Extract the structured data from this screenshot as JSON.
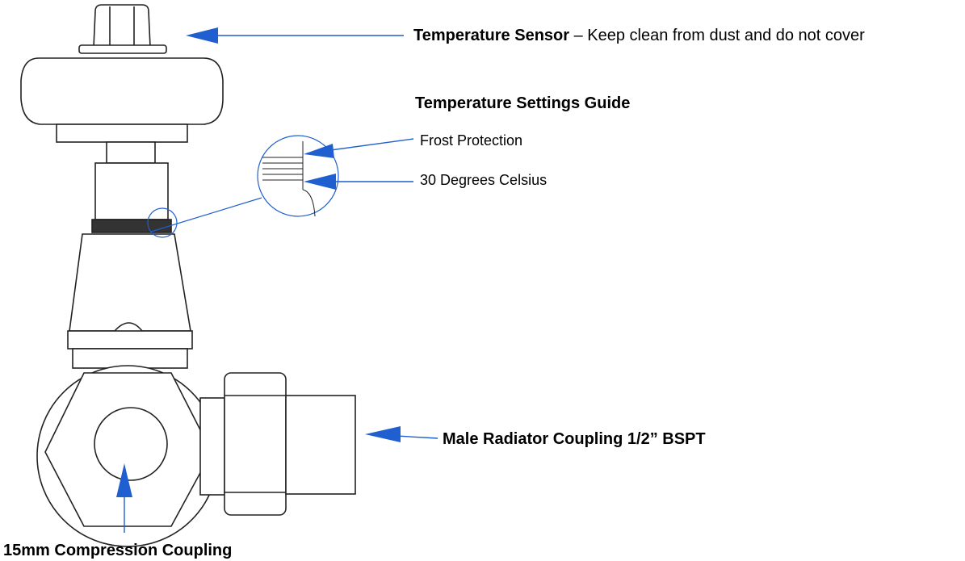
{
  "labels": {
    "sensor_title": "Temperature Sensor",
    "sensor_note": " – Keep clean from dust and do not cover",
    "settings_guide": "Temperature Settings Guide",
    "frost_protection": "Frost Protection",
    "thirty_degrees": "30 Degrees Celsius",
    "male_coupling": "Male Radiator Coupling 1/2” BSPT",
    "compression_coupling": "15mm Compression Coupling"
  },
  "colors": {
    "arrow": "#1f5fcf",
    "outline": "#222222",
    "body_fill": "#ffffff"
  }
}
